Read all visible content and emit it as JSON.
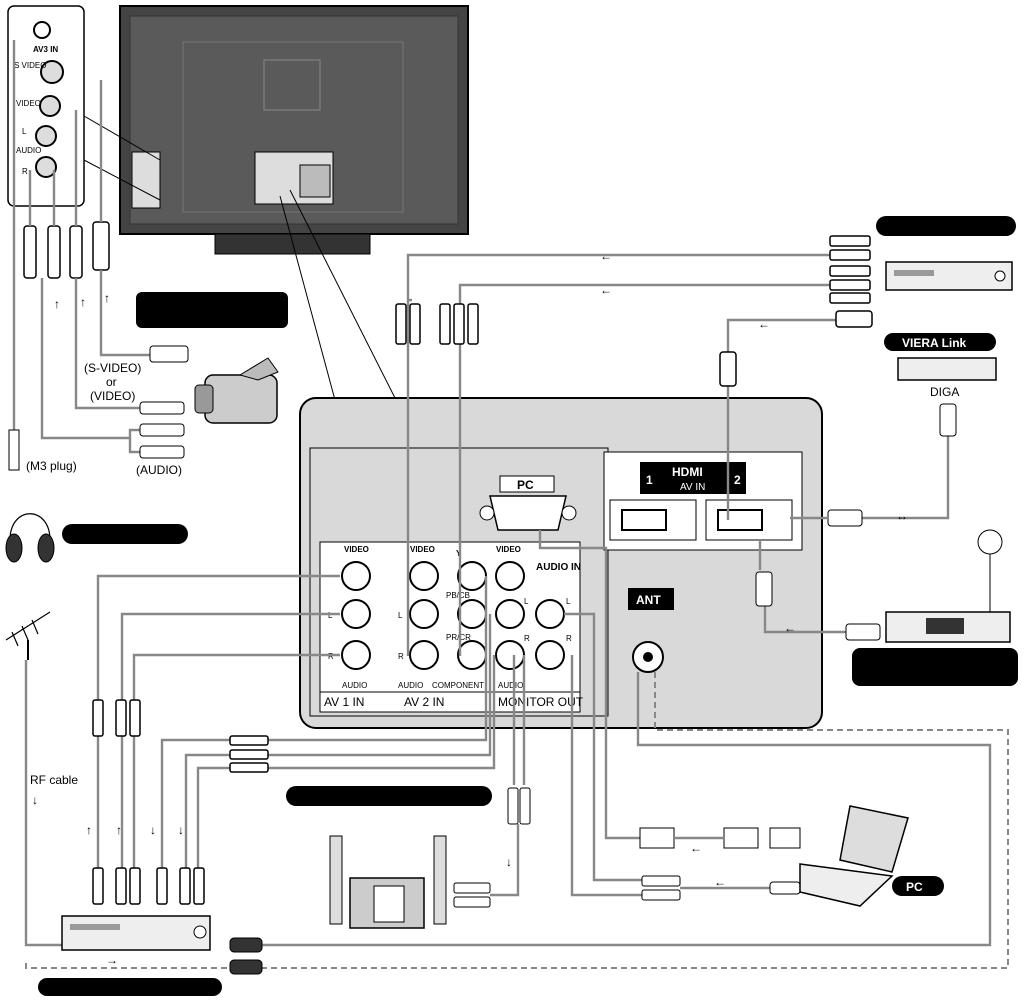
{
  "side_panel": {
    "av3_in": "AV3 IN",
    "s_video": "S VIDEO",
    "video": "VIDEO",
    "audio_l": "L",
    "audio": "AUDIO",
    "audio_r": "R"
  },
  "cable_labels": {
    "s_video_or_video_1": "(S-VIDEO)",
    "s_video_or_video_2": "or",
    "s_video_or_video_3": "(VIDEO)",
    "audio": "(AUDIO)",
    "m3_plug": "(M3 plug)",
    "rf_cable": "RF cable"
  },
  "terminal_panel": {
    "pc": "PC",
    "hdmi": "HDMI",
    "av_in": "AV IN",
    "hdmi_1": "1",
    "hdmi_2": "2",
    "ant": "ANT",
    "video_1": "VIDEO",
    "video_2": "VIDEO",
    "video_3": "VIDEO",
    "y": "Y",
    "pb_cb": "PB/CB",
    "pr_cr": "PR/CR",
    "audio_in": "AUDIO IN",
    "l_1": "L",
    "r_1": "R",
    "l_2": "L",
    "r_2": "R",
    "l_3": "L",
    "r_3": "R",
    "l_4": "L",
    "r_4": "R",
    "audio_1": "AUDIO",
    "audio_2": "AUDIO",
    "component": "COMPONENT",
    "audio_3": "AUDIO",
    "av1_in": "AV 1 IN",
    "av2_in": "AV 2 IN",
    "monitor_out": "MONITOR OUT"
  },
  "devices": {
    "viera_link": "VIERA Link",
    "diga": "DIGA",
    "pc_badge": "PC"
  },
  "colors": {
    "panel_bg": "#d9d9d9",
    "tv_body": "#4a4a4a",
    "cable": "#8a8a8a",
    "badge": "#000000"
  }
}
